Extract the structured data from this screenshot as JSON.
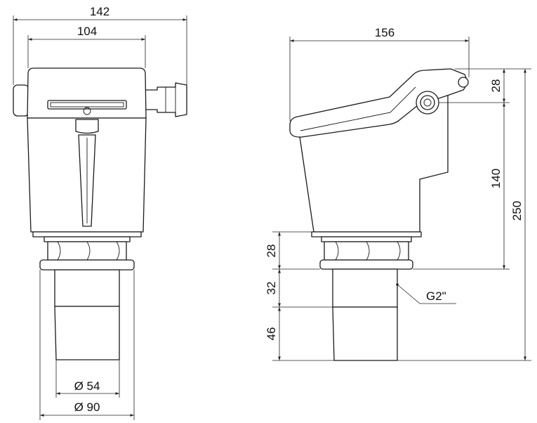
{
  "dimensions": {
    "front_overall_width": "142",
    "front_housing_width": "104",
    "side_overall_depth": "156",
    "lid_height": "28",
    "housing_height": "140",
    "overall_height": "250",
    "nut_height": "28",
    "thread_length": "32",
    "sensor_length": "46",
    "sensor_diameter": "Ø 54",
    "flange_diameter": "Ø 90",
    "thread_spec": "G2\""
  }
}
